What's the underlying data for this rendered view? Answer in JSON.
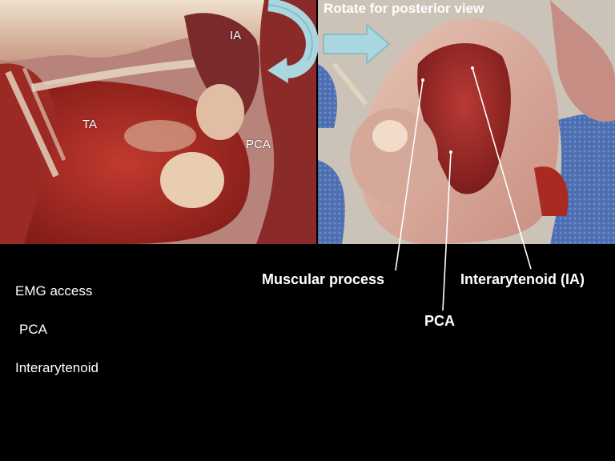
{
  "photo_left": {
    "labels": {
      "ia": "IA",
      "ta": "TA",
      "pca": "PCA"
    }
  },
  "photo_right": {
    "title": "Rotate for posterior view"
  },
  "annotations": {
    "muscular_process": "Muscular process",
    "interarytenoid": "Interarytenoid (IA)",
    "pca": "PCA"
  },
  "notes": {
    "line1": "EMG access",
    "line2": "PCA",
    "line3": "Interarytenoid"
  },
  "colors": {
    "background": "#000000",
    "arrow": "#a9d6df",
    "tissue_red": "#a5231f",
    "tissue_pink": "#d8b5a5",
    "drape_blue": "#4d6fb2",
    "label_white": "#ffffff"
  },
  "icons": [
    "rotate-arrow-icon",
    "right-arrow-icon"
  ]
}
